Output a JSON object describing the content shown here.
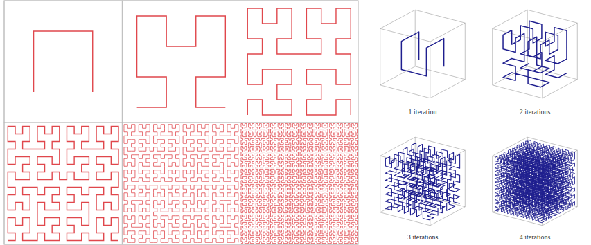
{
  "diagram": {
    "labels": [
      "1 iteration",
      "2 iterations",
      "3 iterations",
      "4 iterations"
    ]
  }
}
